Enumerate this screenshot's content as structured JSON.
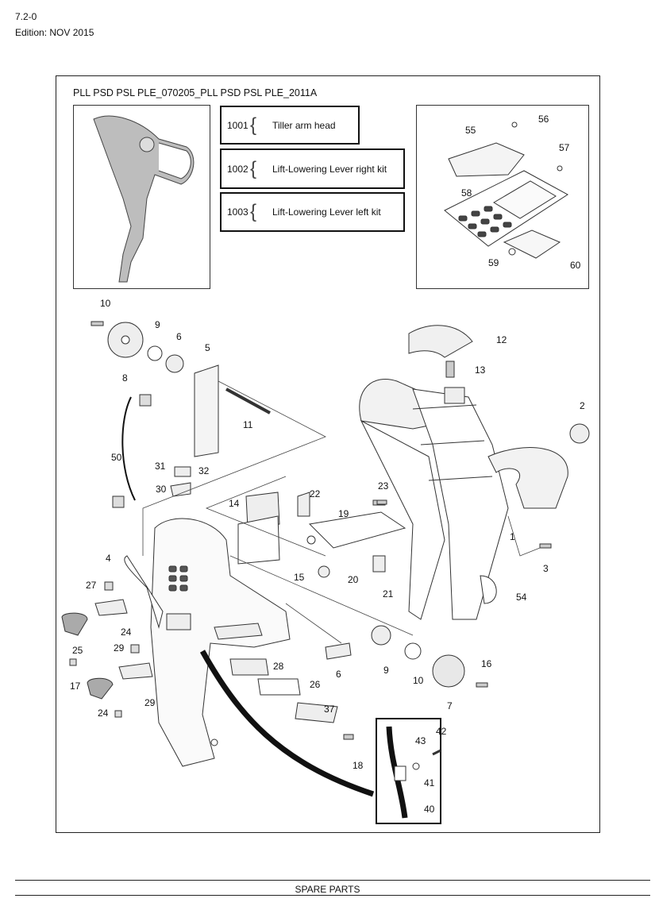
{
  "header": {
    "section": "7.2-0",
    "edition": "Edition: NOV 2015"
  },
  "diagram": {
    "title": "PLL PSD PSL PLE_070205_PLL PSD PSL PLE_2011A",
    "kits": [
      {
        "code": "1001",
        "desc": "Tiller arm head"
      },
      {
        "code": "1002",
        "desc": "Lift-Lowering Lever right kit"
      },
      {
        "code": "1003",
        "desc": "Lift-Lowering Lever left kit"
      }
    ],
    "callouts": [
      "10",
      "9",
      "6",
      "5",
      "8",
      "11",
      "50",
      "31",
      "32",
      "30",
      "14",
      "22",
      "23",
      "19",
      "4",
      "15",
      "20",
      "21",
      "27",
      "24",
      "25",
      "29",
      "17",
      "28",
      "6",
      "9",
      "10",
      "16",
      "26",
      "24",
      "29",
      "37",
      "7",
      "18",
      "43",
      "42",
      "41",
      "40",
      "12",
      "13",
      "2",
      "1",
      "3",
      "54",
      "55",
      "56",
      "57",
      "58",
      "59",
      "60"
    ]
  },
  "footer": {
    "label": "SPARE PARTS"
  }
}
